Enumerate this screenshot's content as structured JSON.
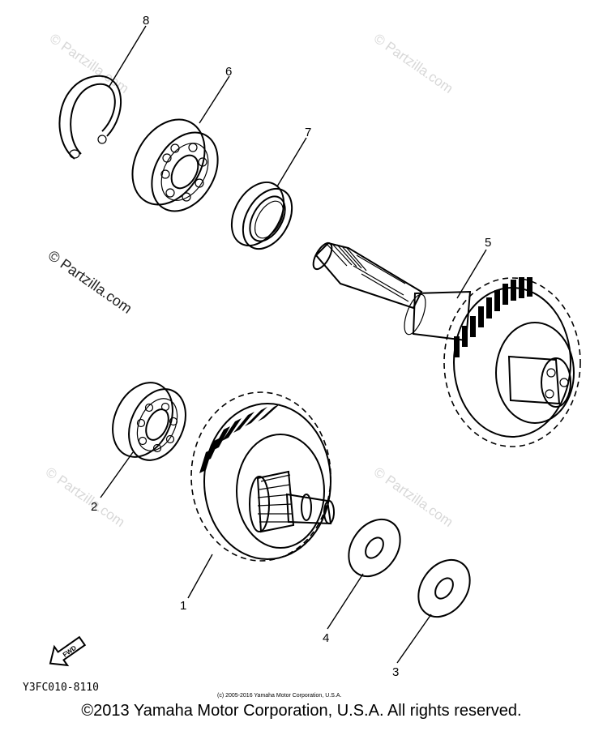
{
  "callouts": {
    "c1": "1",
    "c2": "2",
    "c3": "3",
    "c4": "4",
    "c5": "5",
    "c6": "6",
    "c7": "7",
    "c8": "8"
  },
  "diagram_code": "Y3FC010-8110",
  "fwd_label": "FWD",
  "small_copyright": "(c) 2005-2016 Yamaha Motor Corporation, U.S.A.",
  "watermarks": {
    "main": "© Partzilla.com",
    "faint": "© Partzilla.com"
  },
  "footer": "©2013 Yamaha Motor Corporation, U.S.A. All rights reserved."
}
